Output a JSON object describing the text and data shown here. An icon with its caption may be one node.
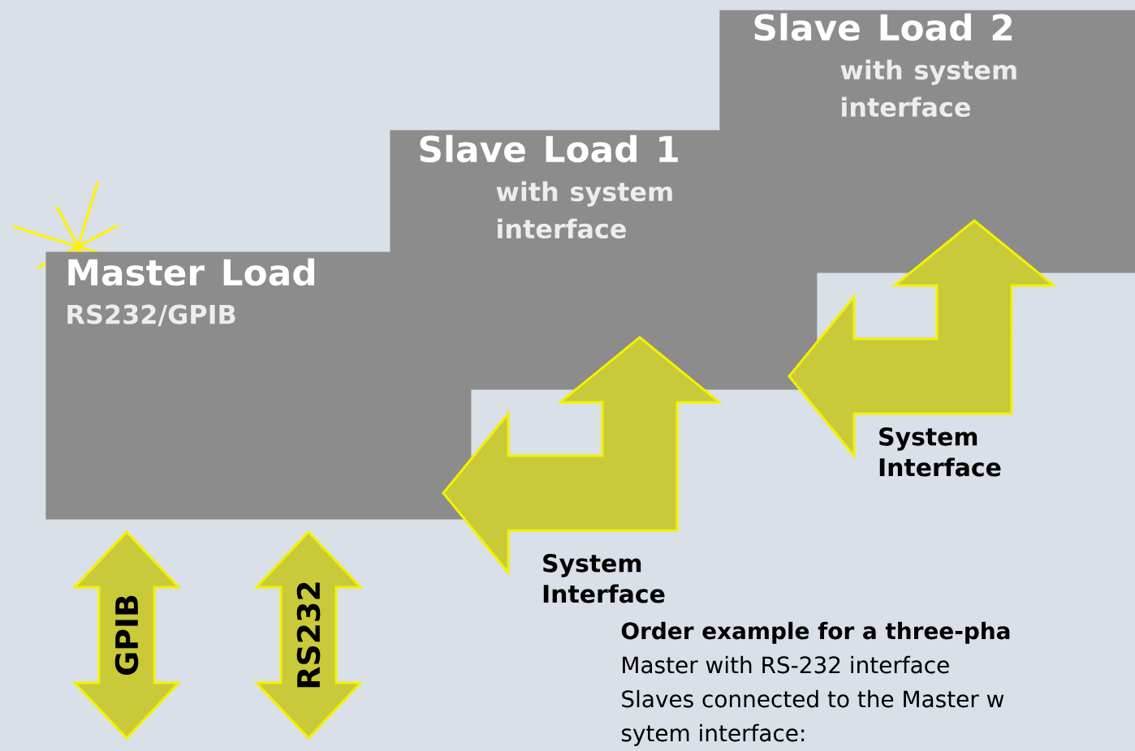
{
  "diagram": {
    "nodes": [
      {
        "text": [
          "Master Load",
          "RS232/GPIB"
        ]
      },
      {
        "text": [
          "Slave Load 1",
          "with system interface"
        ]
      },
      {
        "text": [
          "Slave Load 2",
          "with system interface"
        ]
      }
    ],
    "edges": [
      {
        "from": null,
        "to": 0,
        "arrow": "both",
        "label": "GPIB"
      },
      {
        "from": null,
        "to": 0,
        "arrow": "both",
        "label": "RS232"
      },
      {
        "from": 0,
        "to": 1,
        "arrow": "both",
        "label": "System Interface"
      },
      {
        "from": 1,
        "to": 2,
        "arrow": "both",
        "label": "System Interface"
      }
    ],
    "labels": [
      "Order example for a three-pha",
      "Master with RS-232 interface",
      "Slaves connected to the Master w",
      "sytem interface:"
    ]
  }
}
